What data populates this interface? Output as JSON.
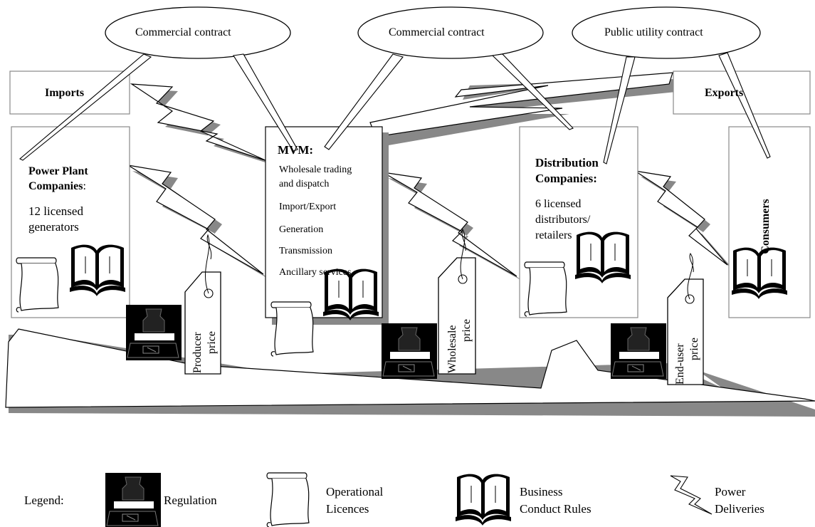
{
  "contracts": {
    "left": "Commercial contract",
    "middle": "Commercial contract",
    "right": "Public utility contract"
  },
  "imports": "Imports",
  "exports": "Exports",
  "power_plants": {
    "title_line1": "Power Plant",
    "title_line2": "Companies",
    "colon": ":",
    "desc_line1": "12 licensed",
    "desc_line2": "generators"
  },
  "mvm": {
    "title": "MVM:",
    "items": [
      "Wholesale trading",
      "and dispatch",
      "Import/Export",
      "Generation",
      "Transmission",
      "Ancillary services"
    ]
  },
  "distribution": {
    "title_line1": "Distribution",
    "title_line2": "Companies:",
    "desc_line1": "6 licensed",
    "desc_line2": "distributors/",
    "desc_line3": "retailers"
  },
  "consumers": "Consumers",
  "prices": {
    "producer_line1": "Producer",
    "producer_line2": "price",
    "wholesale_line1": "Wholesale",
    "wholesale_line2": "price",
    "enduser_line1": "End-user",
    "enduser_line2": "price"
  },
  "legend": {
    "label": "Legend:",
    "regulation": "Regulation",
    "licences_line1": "Operational",
    "licences_line2": "Licences",
    "rules_line1": "Business",
    "rules_line2": "Conduct Rules",
    "power_line1": "Power",
    "power_line2": "Deliveries"
  }
}
